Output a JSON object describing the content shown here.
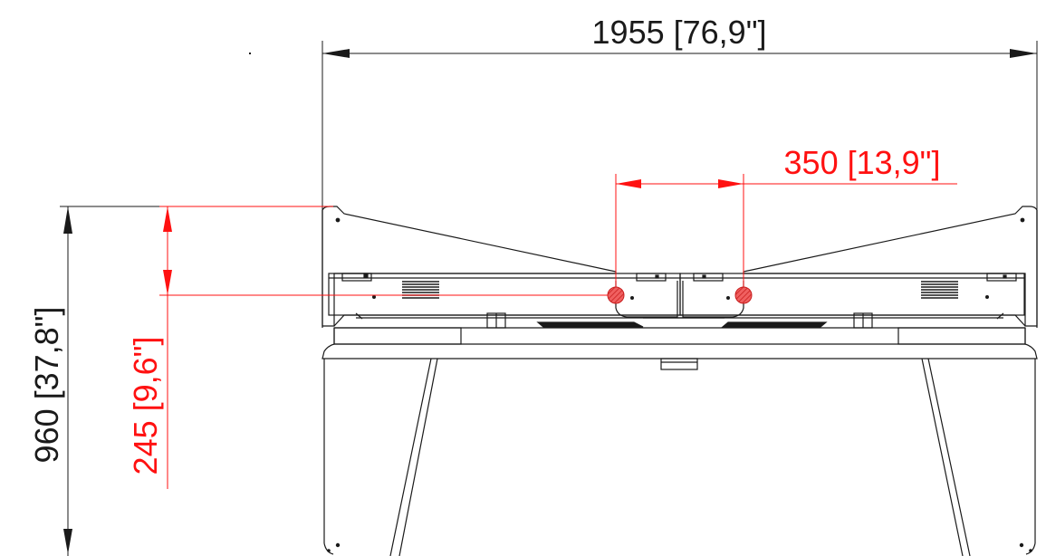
{
  "dimensions": {
    "total_width": "1955 [76,9\"]",
    "total_height": "960 [37,8\"]",
    "outlet_spacing": "350 [13,9\"]",
    "outlet_height": "245 [9,6\"]"
  },
  "colors": {
    "drawing_line": "#1a1a1a",
    "dimension_black": "#1a1a1a",
    "dimension_red": "#ff1111",
    "outlet_fill": "#e83030"
  }
}
